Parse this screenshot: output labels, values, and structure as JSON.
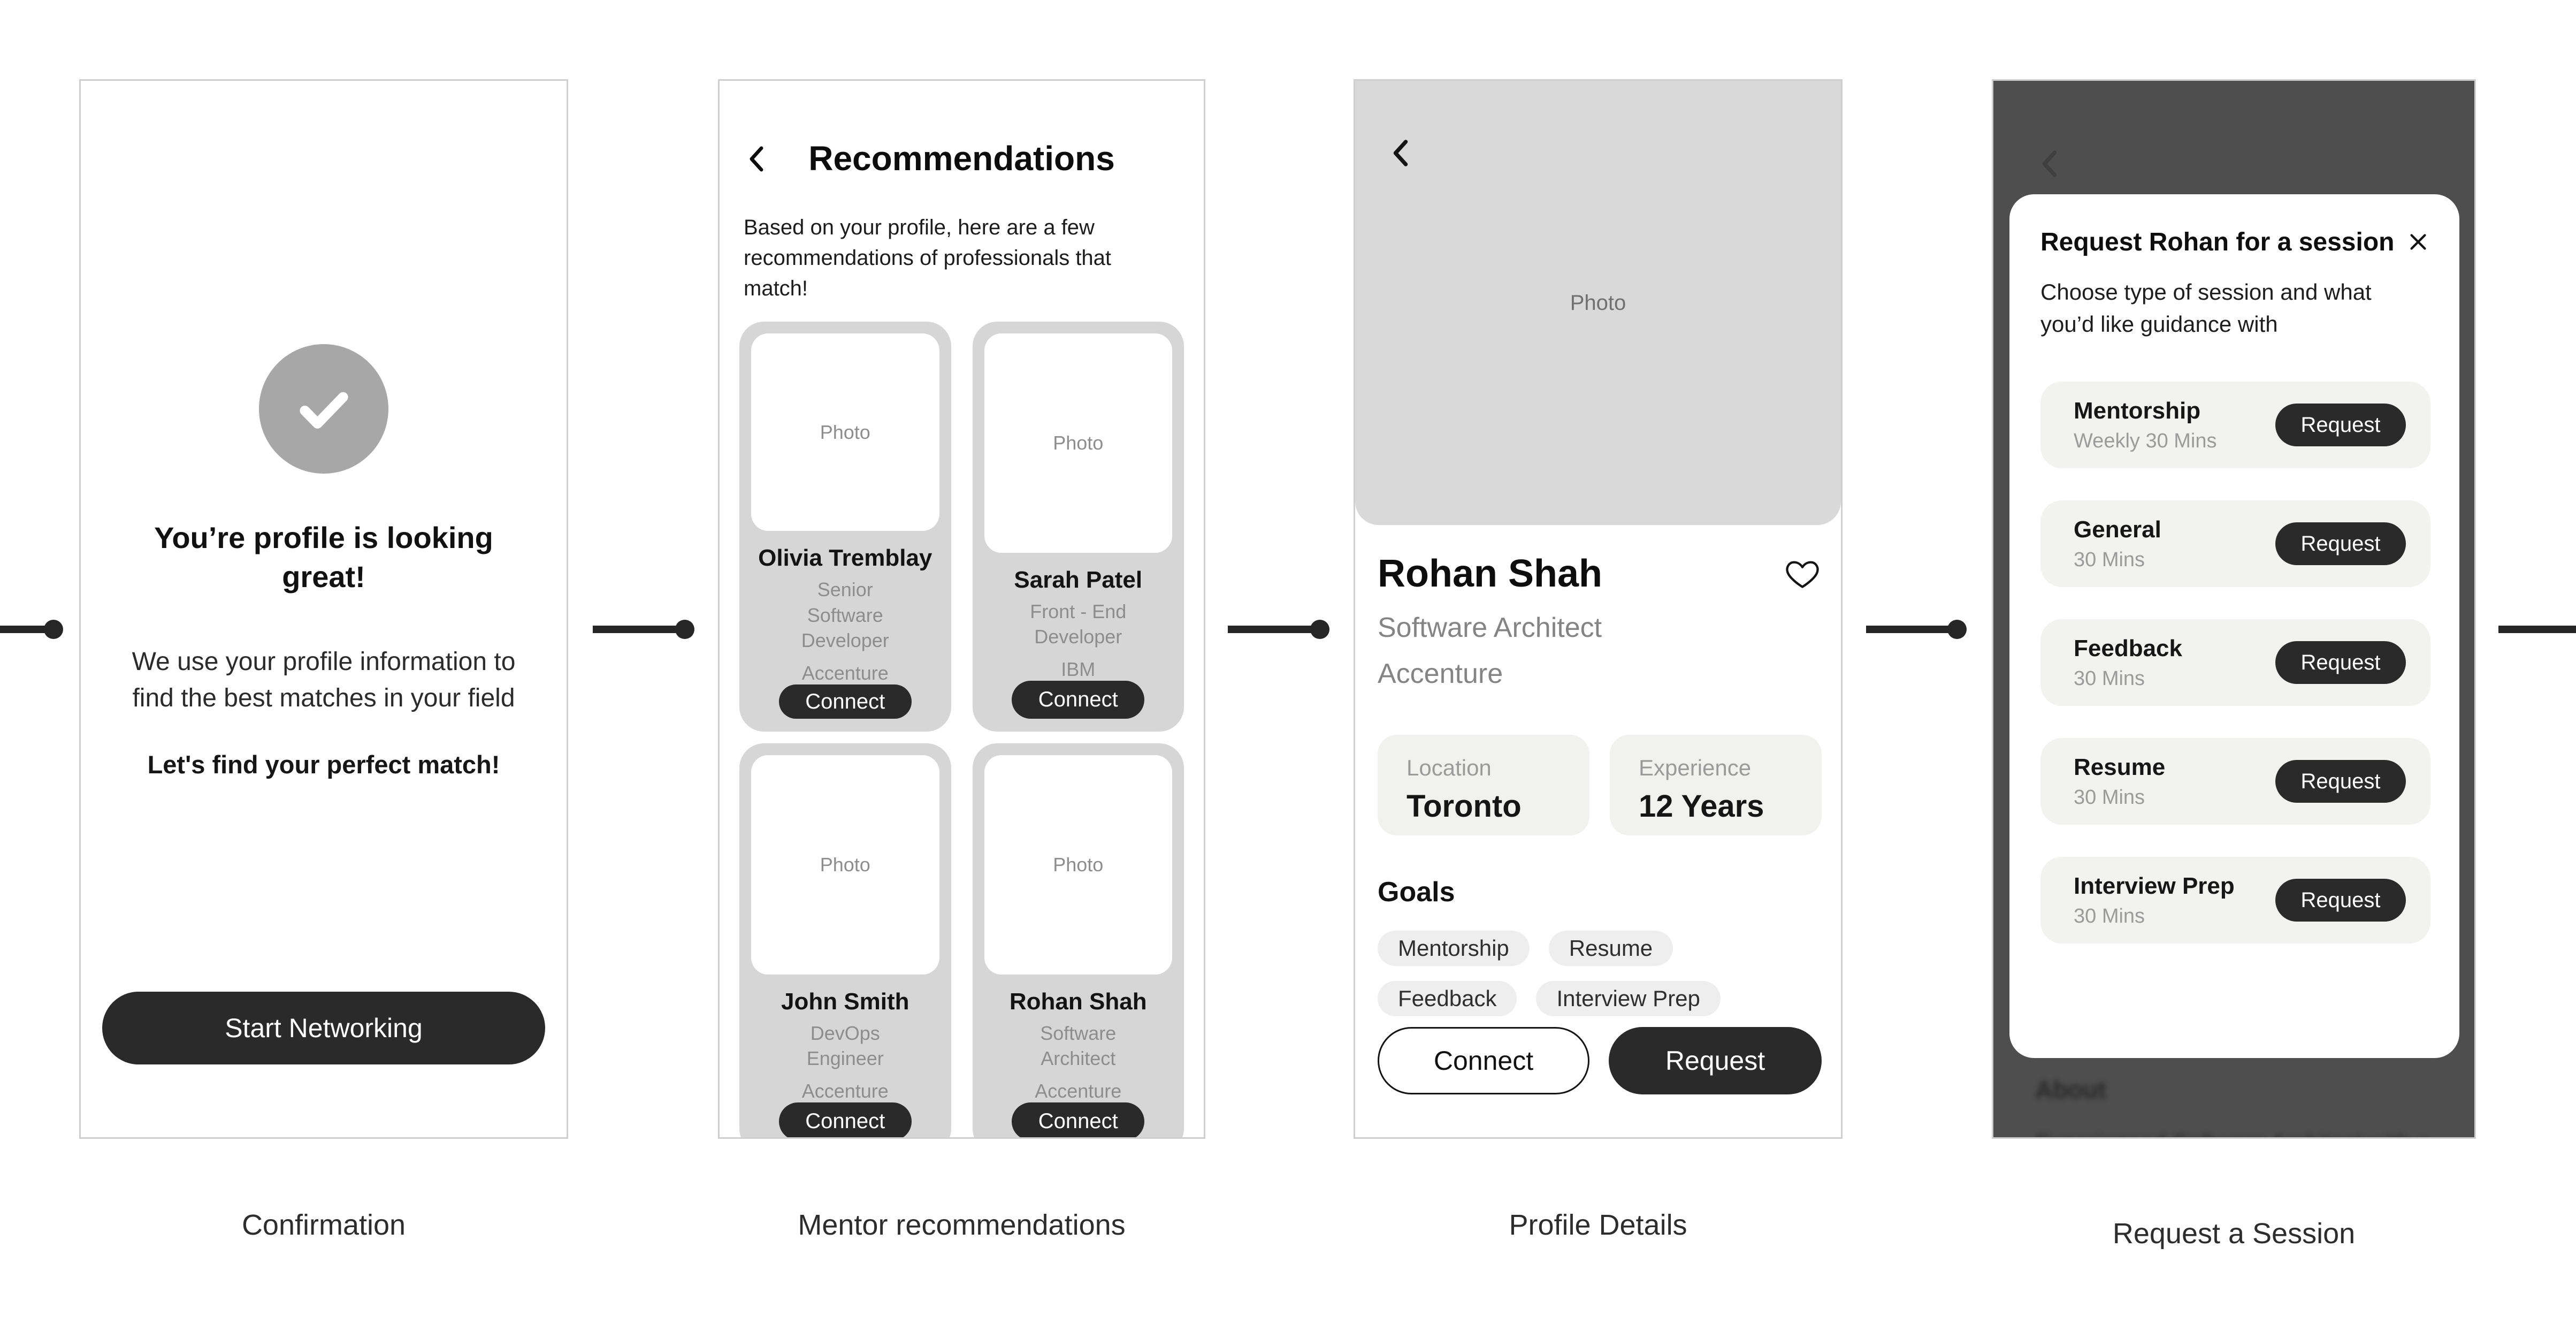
{
  "colors": {
    "accent_dark": "#2a2a2a",
    "connector": "#262626",
    "panel_border": "#cfcfcf",
    "overlay_bg": "#4e4e4e",
    "card_gray": "#d6d6d6",
    "hero_gray": "#d9d9d9",
    "light_box": "#f1f1f0"
  },
  "panels": [
    {
      "caption": "Confirmation",
      "title": "You’re profile is looking great!",
      "body": "We use your profile information to find the best matches in your field",
      "emphasis": "Let's find your perfect match!",
      "cta": "Start Networking"
    },
    {
      "caption": "Mentor recommendations",
      "title": "Recommendations",
      "subtitle": "Based on your profile, here are a few recommendations of professionals that match!",
      "photo_label": "Photo",
      "connect_label": "Connect",
      "mentors": [
        {
          "name": "Olivia Tremblay",
          "role": "Senior Software Developer",
          "company": "Accenture"
        },
        {
          "name": "Sarah Patel",
          "role": "Front - End Developer",
          "company": "IBM"
        },
        {
          "name": "John Smith",
          "role": "DevOps Engineer",
          "company": "Accenture"
        },
        {
          "name": "Rohan Shah",
          "role": "Software Architect",
          "company": "Accenture"
        }
      ]
    },
    {
      "caption": "Profile Details",
      "photo_label": "Photo",
      "name": "Rohan Shah",
      "role": "Software Architect",
      "company": "Accenture",
      "location_label": "Location",
      "location_value": "Toronto",
      "experience_label": "Experience",
      "experience_value": "12 Years",
      "goals_title": "Goals",
      "goals": [
        "Mentorship",
        "Resume",
        "Feedback",
        "Interview Prep"
      ],
      "connect_label": "Connect",
      "request_label": "Request"
    },
    {
      "caption": "Request a Session",
      "modal_title": "Request Rohan for a session",
      "modal_subtitle": "Choose type of session and what you’d like guidance with",
      "request_label": "Request",
      "sessions": [
        {
          "name": "Mentorship",
          "duration": "Weekly 30 Mins"
        },
        {
          "name": "General",
          "duration": "30 Mins"
        },
        {
          "name": "Feedback",
          "duration": "30 Mins"
        },
        {
          "name": "Resume",
          "duration": "30 Mins"
        },
        {
          "name": "Interview Prep",
          "duration": "30 Mins"
        }
      ],
      "dimmed_about_title": "About",
      "dimmed_about_text": "Experienced Software Architect with a passion for crafting innovative solutions."
    }
  ]
}
